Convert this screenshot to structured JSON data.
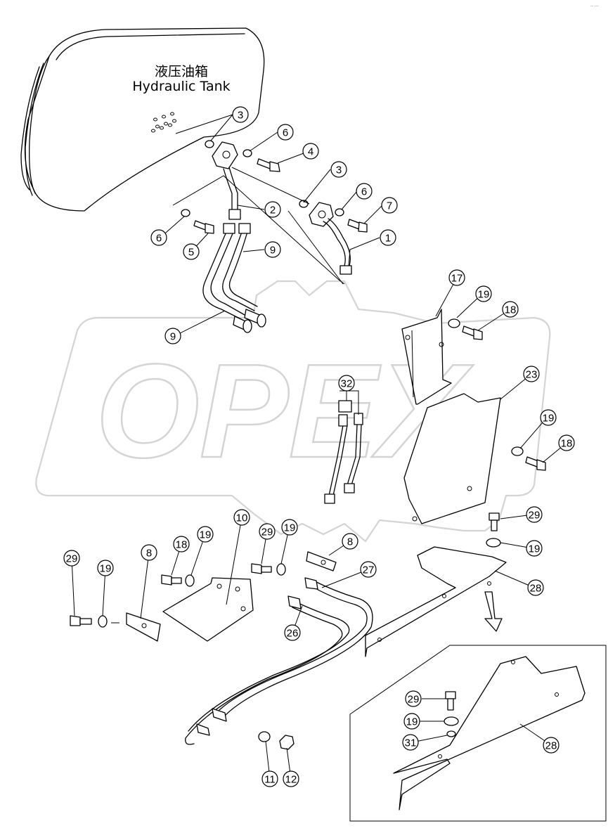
{
  "labels": {
    "tank_cn": "液压油箱",
    "tank_en": "Hydraulic Tank",
    "corner_mark": "-- ---"
  },
  "watermark": {
    "text": "OPEX"
  },
  "callouts": [
    "3",
    "6",
    "4",
    "3",
    "6",
    "7",
    "2",
    "1",
    "6",
    "5",
    "9",
    "9",
    "17",
    "19",
    "18",
    "23",
    "19",
    "18",
    "29",
    "19",
    "28",
    "32",
    "10",
    "29",
    "19",
    "8",
    "18",
    "19",
    "29",
    "19",
    "8",
    "27",
    "26",
    "29",
    "19",
    "31",
    "28",
    "11",
    "12"
  ]
}
